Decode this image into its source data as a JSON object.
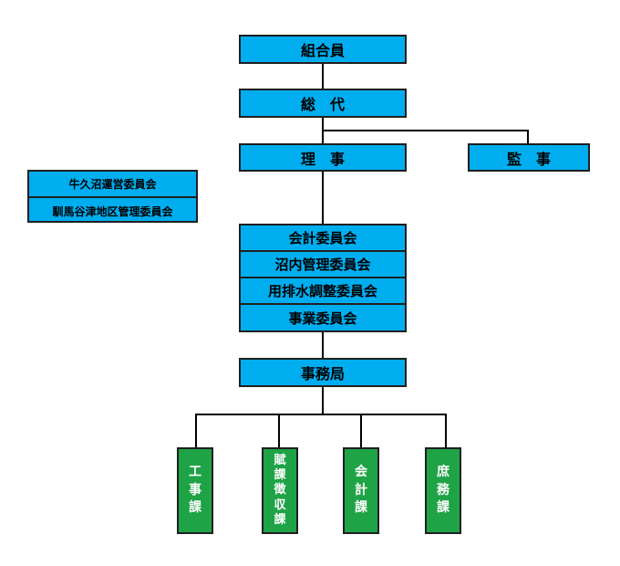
{
  "colors": {
    "box_fill": "#00aeef",
    "section_fill": "#1fa347",
    "line": "#000000"
  },
  "top": {
    "members": "組合員",
    "delegates": "総　代"
  },
  "officers": {
    "directors": "理　事",
    "auditors": "監　事"
  },
  "side_committees": [
    "牛久沼運営委員会",
    "馴馬谷津地区管理委員会"
  ],
  "committees": [
    "会計委員会",
    "沼内管理委員会",
    "用排水調整委員会",
    "事業委員会"
  ],
  "office": "事務局",
  "sections": [
    {
      "name": "工事課",
      "chars": [
        "工",
        "事",
        "課"
      ]
    },
    {
      "name": "賦課徴収課",
      "chars": [
        "賦",
        "課",
        "徴",
        "収",
        "課"
      ]
    },
    {
      "name": "会計課",
      "chars": [
        "会",
        "計",
        "課"
      ]
    },
    {
      "name": "庶務課",
      "chars": [
        "庶",
        "務",
        "課"
      ]
    }
  ]
}
